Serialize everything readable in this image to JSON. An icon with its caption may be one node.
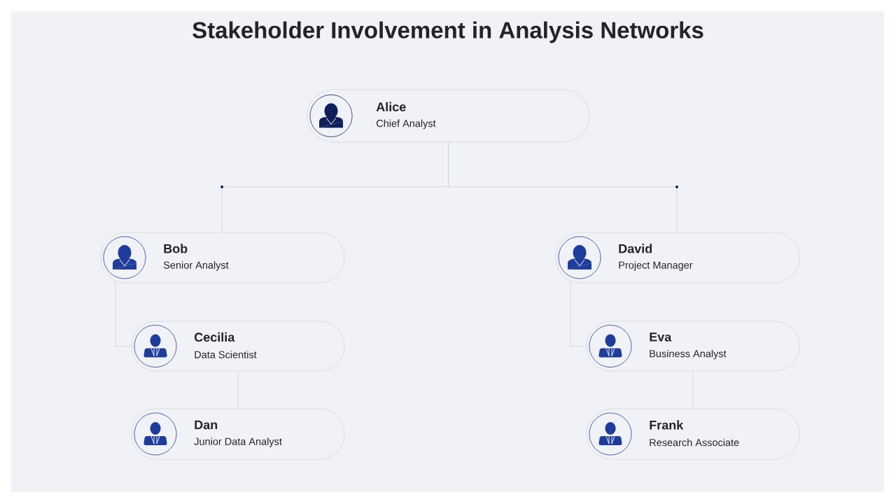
{
  "diagram": {
    "title": "Stakeholder Involvement in Analysis Networks",
    "nodes": [
      {
        "text": [
          "Alice",
          "Chief Analyst"
        ]
      },
      {
        "text": [
          "Bob",
          "Senior Analyst"
        ]
      },
      {
        "text": [
          "Cecilia",
          "Data Scientist"
        ]
      },
      {
        "text": [
          "Dan",
          "Junior Data Analyst"
        ]
      },
      {
        "text": [
          "David",
          "Project Manager"
        ]
      },
      {
        "text": [
          "Eva",
          "Business Analyst"
        ]
      },
      {
        "text": [
          "Frank",
          "Research Associate"
        ]
      }
    ],
    "edges": [
      {
        "from": 0,
        "to": 1,
        "arrow": "none"
      },
      {
        "from": 0,
        "to": 4,
        "arrow": "none"
      },
      {
        "from": 1,
        "to": 2,
        "arrow": "none"
      },
      {
        "from": 2,
        "to": 3,
        "arrow": "none"
      },
      {
        "from": 4,
        "to": 5,
        "arrow": "none"
      },
      {
        "from": 5,
        "to": 6,
        "arrow": "none"
      }
    ]
  }
}
